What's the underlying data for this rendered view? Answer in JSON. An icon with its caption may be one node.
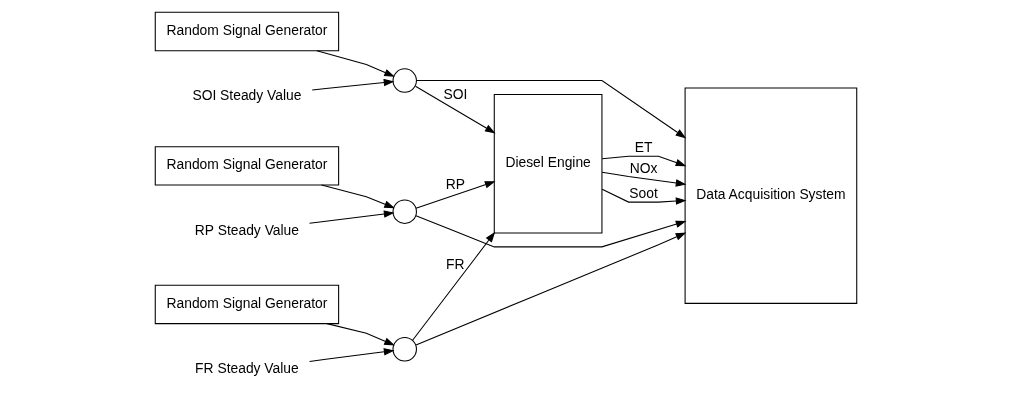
{
  "diagram": {
    "nodes": [
      {
        "text": [
          "Random Signal Generator"
        ]
      },
      {
        "text": [
          "Random Signal Generator"
        ]
      },
      {
        "text": [
          "Random Signal Generator"
        ]
      },
      {
        "text": [
          "FR Steady Value"
        ]
      },
      {
        "text": [
          "RP Steady Value"
        ]
      },
      {
        "text": [
          "SOI Steady Value"
        ]
      },
      {
        "text": [],
        "shape": "circle"
      },
      {
        "text": [],
        "shape": "circle"
      },
      {
        "text": [],
        "shape": "circle"
      },
      {
        "text": [
          "Diesel Engine"
        ]
      },
      {
        "text": [
          "Data Acquisition System"
        ]
      }
    ],
    "edges": [
      {
        "from": 5,
        "to": 6,
        "arrow": "to"
      },
      {
        "from": 0,
        "to": 6,
        "arrow": "to"
      },
      {
        "from": 6,
        "to": 9,
        "arrow": "to",
        "label": "SOI"
      },
      {
        "from": 4,
        "to": 7,
        "arrow": "to"
      },
      {
        "from": 1,
        "to": 7,
        "arrow": "to"
      },
      {
        "from": 7,
        "to": 9,
        "arrow": "to",
        "label": "RP"
      },
      {
        "from": 3,
        "to": 8,
        "arrow": "to"
      },
      {
        "from": 2,
        "to": 8,
        "arrow": "to"
      },
      {
        "from": 8,
        "to": 9,
        "arrow": "to",
        "label": "FR"
      },
      {
        "from": 9,
        "to": 10,
        "arrow": "to",
        "label": "ET"
      },
      {
        "from": 9,
        "to": 10,
        "arrow": "to",
        "label": "NOx"
      },
      {
        "from": 9,
        "to": 10,
        "arrow": "to",
        "label": "Soot"
      },
      {
        "from": 6,
        "to": 10,
        "arrow": "to"
      },
      {
        "from": 7,
        "to": 10,
        "arrow": "to"
      },
      {
        "from": 8,
        "to": 10,
        "arrow": "to"
      }
    ]
  }
}
